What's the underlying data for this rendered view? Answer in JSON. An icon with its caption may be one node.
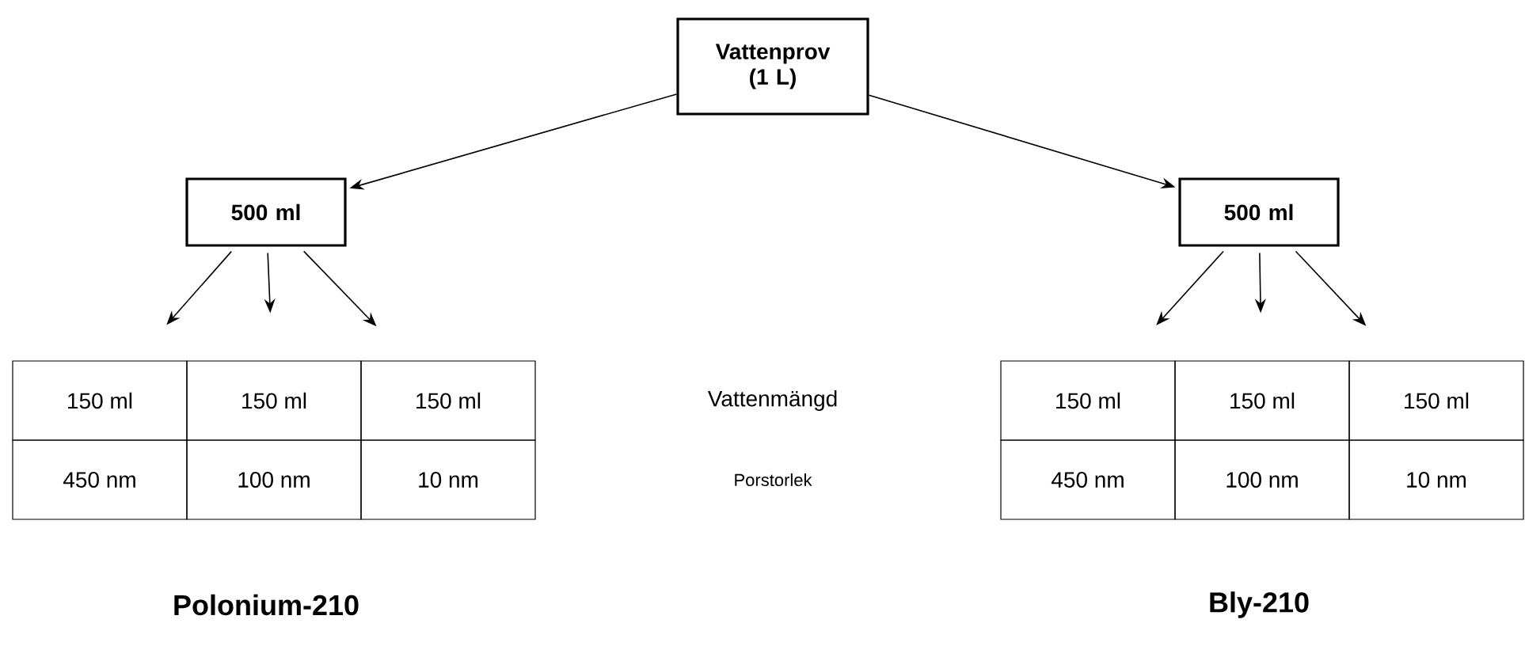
{
  "diagram": {
    "nodes": [
      {
        "text": [
          "Vattenprov (1 L)"
        ]
      },
      {
        "text": [
          "500 ml"
        ]
      },
      {
        "text": [
          "500 ml"
        ]
      },
      {
        "text": [
          "150 ml"
        ]
      },
      {
        "text": [
          "150 ml"
        ]
      },
      {
        "text": [
          "150 ml"
        ]
      },
      {
        "text": [
          "450 nm"
        ]
      },
      {
        "text": [
          "100 nm"
        ]
      },
      {
        "text": [
          "10 nm"
        ]
      },
      {
        "text": [
          "150 ml"
        ]
      },
      {
        "text": [
          "150 ml"
        ]
      },
      {
        "text": [
          "150 ml"
        ]
      },
      {
        "text": [
          "450 nm"
        ]
      },
      {
        "text": [
          "100 nm"
        ]
      },
      {
        "text": [
          "10 nm"
        ]
      }
    ],
    "edges": [
      {
        "from": 0,
        "to": 1,
        "arrow": "to"
      },
      {
        "from": 0,
        "to": 2,
        "arrow": "to"
      },
      {
        "from": 1,
        "to": 3,
        "arrow": "to"
      },
      {
        "from": 1,
        "to": 4,
        "arrow": "to"
      },
      {
        "from": 1,
        "to": 5,
        "arrow": "to"
      },
      {
        "from": 2,
        "to": 9,
        "arrow": "to"
      },
      {
        "from": 2,
        "to": 10,
        "arrow": "to"
      },
      {
        "from": 2,
        "to": 11,
        "arrow": "to"
      }
    ],
    "labels": [
      "Vattenmängd",
      "Porstorlek",
      "Polonium-210",
      "Bly-210"
    ]
  }
}
